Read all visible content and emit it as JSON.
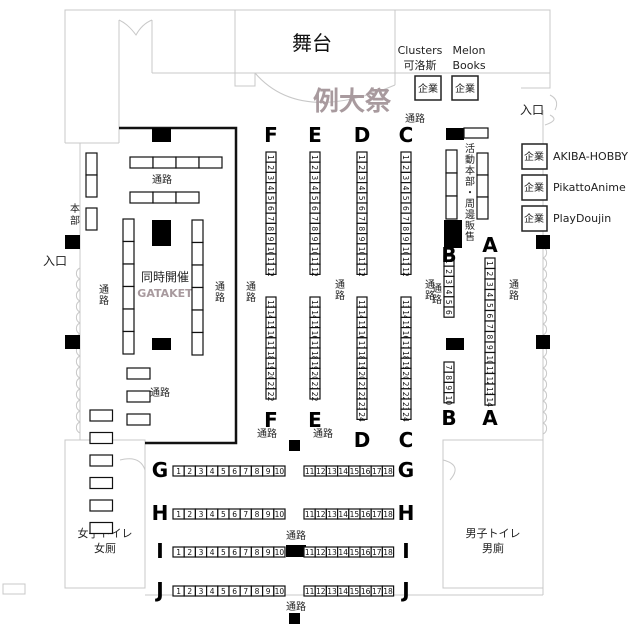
{
  "map": {
    "title_watermark": "例大祭",
    "stage": "舞台",
    "co_event": {
      "line1": "同時開催",
      "line2": "GATAKET"
    },
    "entrances": {
      "top_right": "入口",
      "left": "入口"
    },
    "hq_left": "本部",
    "activity_hq": "活動本部・周邊販售",
    "aisle_label": "通路",
    "restrooms": {
      "women": {
        "line1": "女子トイレ",
        "line2": "女厠"
      },
      "men": {
        "line1": "男子トイレ",
        "line2": "男廁"
      }
    },
    "corporate_top": [
      {
        "badge": "企業",
        "name_line1": "Clusters",
        "name_line2": "可洛斯"
      },
      {
        "badge": "企業",
        "name_line1": "Melon",
        "name_line2": "Books"
      }
    ],
    "corporate_right": [
      {
        "badge": "企業",
        "name": "AKIBA-HOBBY"
      },
      {
        "badge": "企業",
        "name": "PikattoAnime"
      },
      {
        "badge": "企業",
        "name": "PlayDoujin"
      }
    ],
    "vertical_rows": [
      {
        "letter": "F",
        "top": [
          "1",
          "2",
          "3",
          "4",
          "5",
          "6",
          "7",
          "8",
          "9",
          "10",
          "11",
          "12"
        ],
        "bottom": [
          "13",
          "14",
          "15",
          "16",
          "17",
          "18",
          "19",
          "20",
          "21",
          "22"
        ]
      },
      {
        "letter": "E",
        "top": [
          "1",
          "2",
          "3",
          "4",
          "5",
          "6",
          "7",
          "8",
          "9",
          "10",
          "11",
          "12"
        ],
        "bottom": [
          "13",
          "14",
          "15",
          "16",
          "17",
          "18",
          "19",
          "20",
          "21",
          "22"
        ]
      },
      {
        "letter": "D",
        "top": [
          "1",
          "2",
          "3",
          "4",
          "5",
          "6",
          "7",
          "8",
          "9",
          "10",
          "11",
          "12"
        ],
        "bottom": [
          "13",
          "14",
          "15",
          "16",
          "17",
          "18",
          "19",
          "20",
          "21",
          "22",
          "23",
          "24"
        ]
      },
      {
        "letter": "C",
        "top": [
          "1",
          "2",
          "3",
          "4",
          "5",
          "6",
          "7",
          "8",
          "9",
          "10",
          "11",
          "12"
        ],
        "bottom": [
          "13",
          "14",
          "15",
          "16",
          "17",
          "18",
          "19",
          "20",
          "21",
          "22",
          "23",
          "24"
        ]
      },
      {
        "letter": "B",
        "top": [
          "1",
          "2",
          "3",
          "4",
          "5",
          "6"
        ],
        "bottom": [
          "7",
          "8",
          "9",
          "10"
        ]
      },
      {
        "letter": "A",
        "top": [
          "1",
          "2",
          "3",
          "4",
          "5",
          "6",
          "7",
          "8",
          "9",
          "10",
          "11",
          "12",
          "13",
          "14"
        ],
        "bottom": []
      }
    ],
    "horizontal_rows": [
      {
        "letter": "G",
        "left": [
          "1",
          "2",
          "3",
          "4",
          "5",
          "6",
          "7",
          "8",
          "9",
          "10"
        ],
        "right": [
          "11",
          "12",
          "13",
          "14",
          "15",
          "16",
          "17",
          "18"
        ]
      },
      {
        "letter": "H",
        "left": [
          "1",
          "2",
          "3",
          "4",
          "5",
          "6",
          "7",
          "8",
          "9",
          "10"
        ],
        "right": [
          "11",
          "12",
          "13",
          "14",
          "15",
          "16",
          "17",
          "18"
        ]
      },
      {
        "letter": "I",
        "left": [
          "1",
          "2",
          "3",
          "4",
          "5",
          "6",
          "7",
          "8",
          "9",
          "10"
        ],
        "right": [
          "11",
          "12",
          "13",
          "14",
          "15",
          "16",
          "17",
          "18"
        ]
      },
      {
        "letter": "J",
        "left": [
          "1",
          "2",
          "3",
          "4",
          "5",
          "6",
          "7",
          "8",
          "9",
          "10"
        ],
        "right": [
          "11",
          "12",
          "13",
          "14",
          "15",
          "16",
          "17",
          "18"
        ]
      }
    ],
    "colors": {
      "watermark": "#a89a9e",
      "gataket": "#a89a9e",
      "booth_stroke": "#111111",
      "wall": "#c8c8c8"
    }
  }
}
